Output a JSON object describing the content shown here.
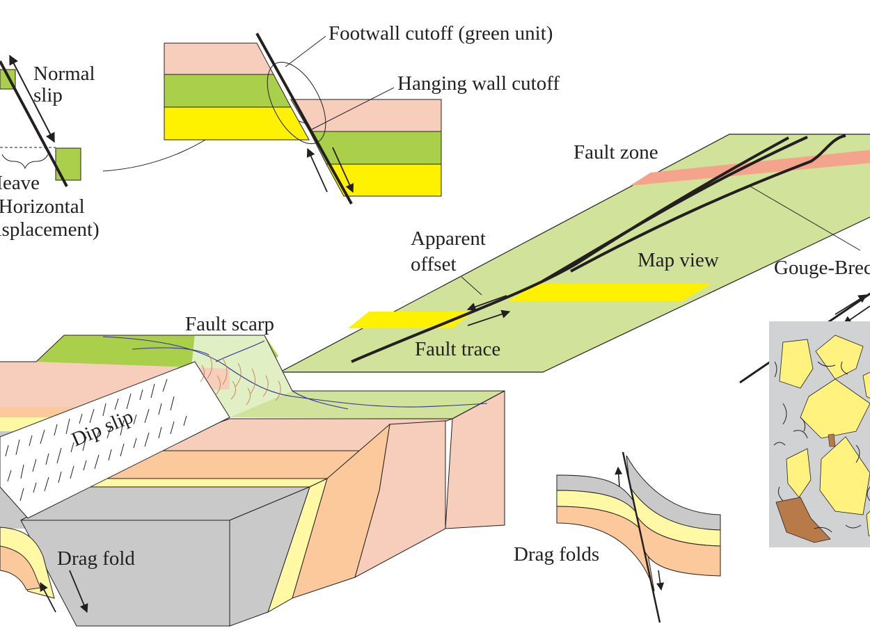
{
  "labels": {
    "normal_slip_1": "Normal",
    "normal_slip_2": "slip",
    "heave_1": "Heave",
    "heave_2": "(Horizontal",
    "heave_3": "displacement)",
    "footwall_cutoff": "Footwall cutoff (green unit)",
    "hanging_wall_cutoff": "Hanging wall cutoff",
    "fault_zone": "Fault zone",
    "apparent_offset_1": "Apparent",
    "apparent_offset_2": "offset",
    "map_view": "Map view",
    "gouge_breccia": "Gouge-Breccia",
    "fault_trace": "Fault trace",
    "fault_scarp": "Fault scarp",
    "dip_slip": "Dip slip",
    "drag_fold": "Drag fold",
    "drag_folds": "Drag folds"
  },
  "colors": {
    "pink": "#f7cdbb",
    "green": "#a9cf4b",
    "yellow": "#fff200",
    "map_green": "#d1e39a",
    "fault_zone_red": "#f4a48c",
    "orange": "#fbc99b",
    "gray": "#c9c9ca",
    "pale_yellow": "#fff9a6",
    "breccia_bg": "#d0d2d3",
    "clast_yellow": "#fff27f",
    "clast_brown": "#b97a4a",
    "ink": "#231f20"
  }
}
